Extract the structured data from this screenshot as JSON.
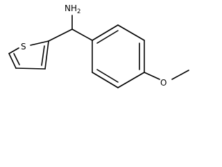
{
  "structure": {
    "atoms": {
      "amine": "NH",
      "amine_subscript": "2",
      "thiophene_sulfur": "S",
      "ether_oxygen": "O"
    }
  }
}
